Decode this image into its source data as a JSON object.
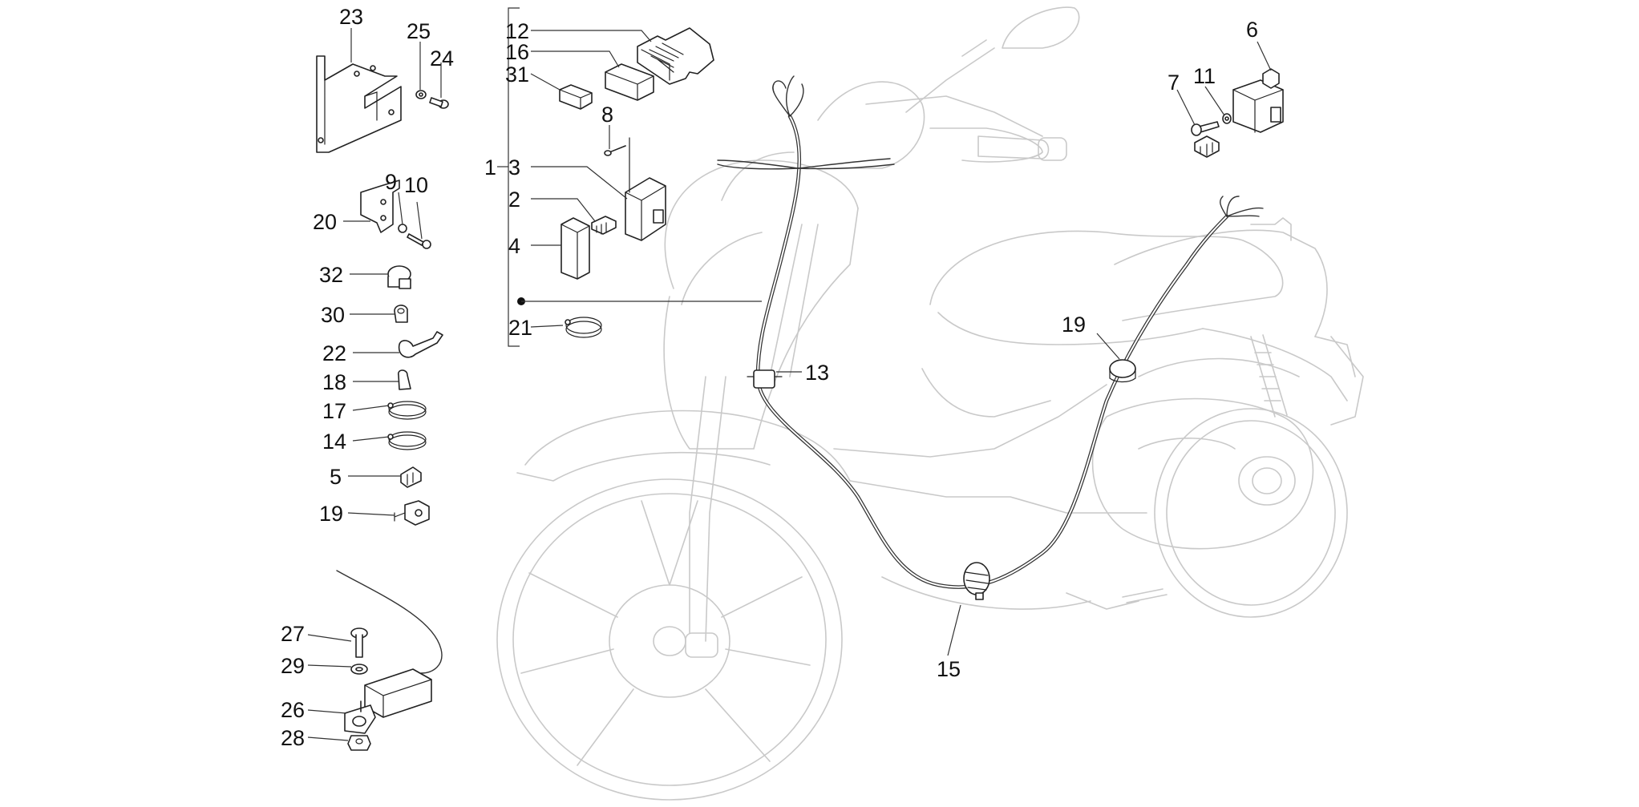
{
  "diagram": {
    "title": "",
    "colors": {
      "ink": "#222222",
      "ghost_outline": "#c9c9c9",
      "background": "#ffffff"
    },
    "callouts": [
      {
        "id": "c23",
        "text": "23"
      },
      {
        "id": "c25",
        "text": "25"
      },
      {
        "id": "c24",
        "text": "24"
      },
      {
        "id": "c9",
        "text": "9"
      },
      {
        "id": "c10",
        "text": "10"
      },
      {
        "id": "c20",
        "text": "20"
      },
      {
        "id": "c32",
        "text": "32"
      },
      {
        "id": "c30",
        "text": "30"
      },
      {
        "id": "c22",
        "text": "22"
      },
      {
        "id": "c18",
        "text": "18"
      },
      {
        "id": "c17",
        "text": "17"
      },
      {
        "id": "c14",
        "text": "14"
      },
      {
        "id": "c5",
        "text": "5"
      },
      {
        "id": "c19a",
        "text": "19"
      },
      {
        "id": "c27",
        "text": "27"
      },
      {
        "id": "c29",
        "text": "29"
      },
      {
        "id": "c26",
        "text": "26"
      },
      {
        "id": "c28",
        "text": "28"
      },
      {
        "id": "c12",
        "text": "12"
      },
      {
        "id": "c16",
        "text": "16"
      },
      {
        "id": "c31",
        "text": "31"
      },
      {
        "id": "c8",
        "text": "8"
      },
      {
        "id": "c1",
        "text": "1"
      },
      {
        "id": "c3",
        "text": "3"
      },
      {
        "id": "c2",
        "text": "2"
      },
      {
        "id": "c4",
        "text": "4"
      },
      {
        "id": "c21",
        "text": "21"
      },
      {
        "id": "c13",
        "text": "13"
      },
      {
        "id": "c15",
        "text": "15"
      },
      {
        "id": "c19b",
        "text": "19"
      },
      {
        "id": "c6",
        "text": "6"
      },
      {
        "id": "c7",
        "text": "7"
      },
      {
        "id": "c11",
        "text": "11"
      }
    ]
  }
}
